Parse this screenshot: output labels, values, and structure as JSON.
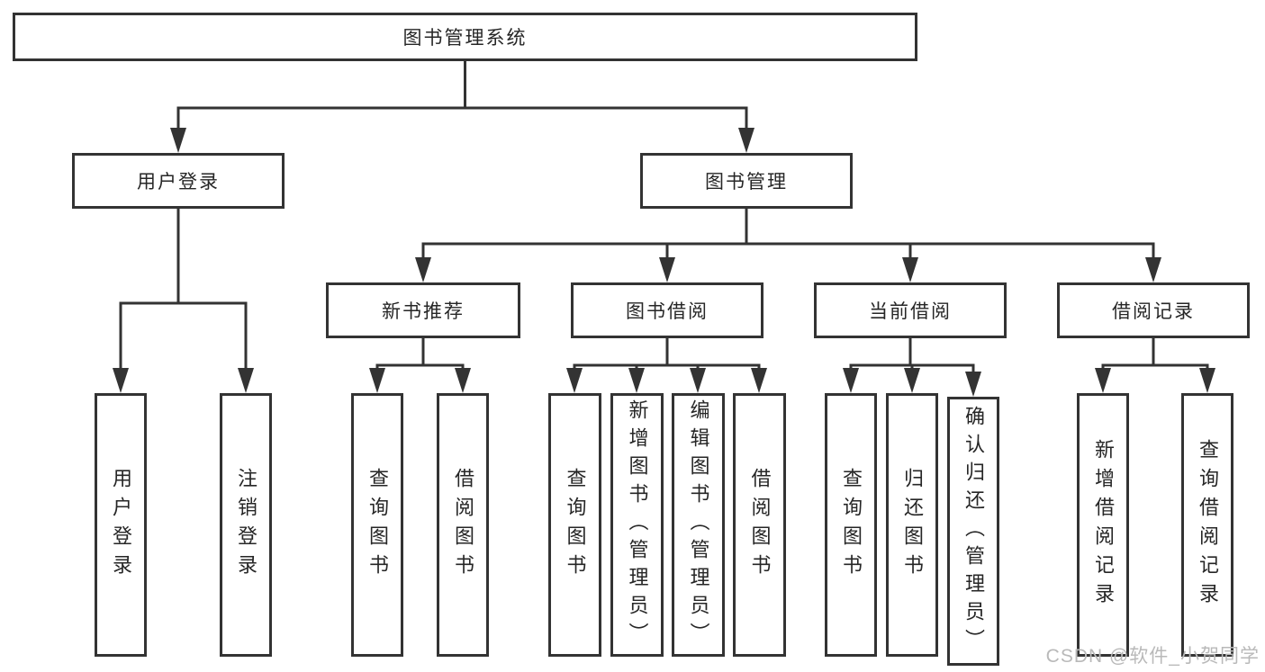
{
  "diagram": {
    "root": {
      "label": "图书管理系统"
    },
    "branches": [
      {
        "label": "用户登录",
        "children": [
          {
            "label": "用户登录"
          },
          {
            "label": "注销登录"
          }
        ]
      },
      {
        "label": "图书管理",
        "children": [
          {
            "label": "新书推荐",
            "children": [
              {
                "label": "查询图书"
              },
              {
                "label": "借阅图书"
              }
            ]
          },
          {
            "label": "图书借阅",
            "children": [
              {
                "label": "查询图书"
              },
              {
                "label": "新增图书（管理员）"
              },
              {
                "label": "编辑图书（管理员）"
              },
              {
                "label": "借阅图书"
              }
            ]
          },
          {
            "label": "当前借阅",
            "children": [
              {
                "label": "查询图书"
              },
              {
                "label": "归还图书"
              },
              {
                "label": "确认归还（管理员）"
              }
            ]
          },
          {
            "label": "借阅记录",
            "children": [
              {
                "label": "新增借阅记录"
              },
              {
                "label": "查询借阅记录"
              }
            ]
          }
        ]
      }
    ]
  },
  "watermark": {
    "text": "CSDN @软件_小贺同学"
  },
  "colors": {
    "line": "#333333",
    "box_border": "#333333",
    "text": "#262626",
    "watermark": "#b9b9b9",
    "background": "#ffffff"
  }
}
